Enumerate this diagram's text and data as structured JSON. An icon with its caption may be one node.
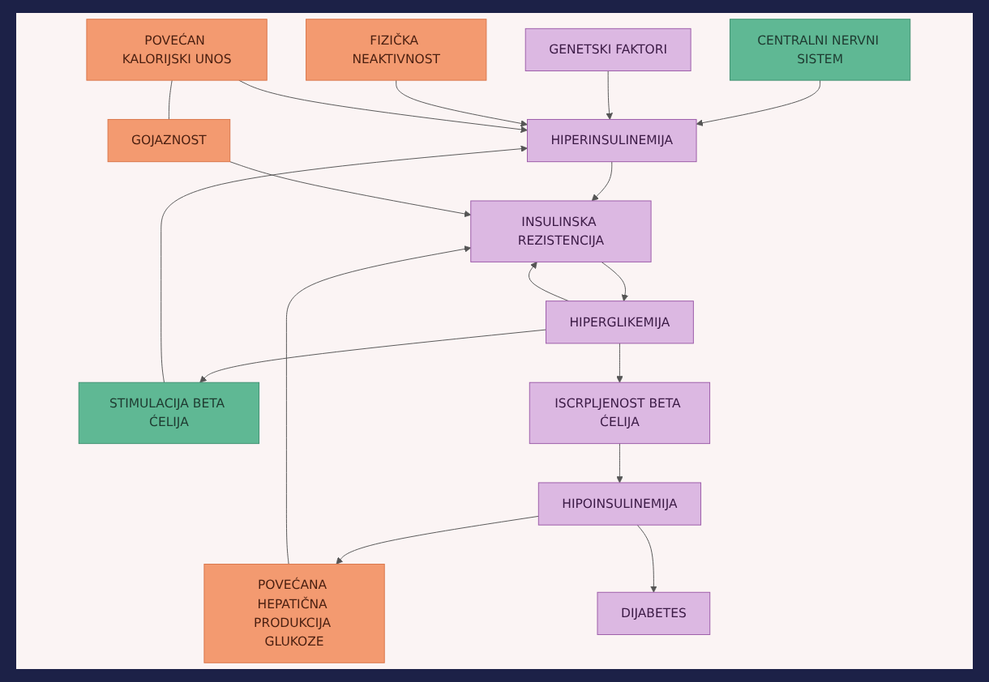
{
  "diagram": {
    "nodes": [
      {
        "text": [
          "CENTRALNI NERVNI SISTEM"
        ]
      },
      {
        "text": [
          "GENETSKI FAKTORI"
        ]
      },
      {
        "text": [
          "FIZIČKA NEAKTIVNOST"
        ]
      },
      {
        "text": [
          "HIPERINSULINEMIJA"
        ]
      },
      {
        "text": [
          "POVEĆAN KALORIJSKI UNOS"
        ]
      },
      {
        "text": [
          "GOJAZNOST"
        ]
      },
      {
        "text": [
          "STIMULACIJA BETA ĆELIJA"
        ]
      },
      {
        "text": [
          "INSULINSKA REZISTENCIJA"
        ]
      },
      {
        "text": [
          "HIPERGLIKEMIJA"
        ]
      },
      {
        "text": [
          "POVEĆANA HEPATIČNA PRODUKCIJA GLUKOZE"
        ]
      },
      {
        "text": [
          "ISCRPLJENOST BETA ĆELIJA"
        ]
      },
      {
        "text": [
          "HIPOINSULINEMIJA"
        ]
      },
      {
        "text": [
          "DIJABETES"
        ]
      }
    ],
    "edges": [
      {
        "from": 0,
        "to": 3,
        "arrow": "to"
      },
      {
        "from": 6,
        "to": 3,
        "arrow": "to"
      },
      {
        "from": 1,
        "to": 3,
        "arrow": "to"
      },
      {
        "from": 2,
        "to": 3,
        "arrow": "to"
      },
      {
        "from": 4,
        "to": 3,
        "arrow": "to"
      },
      {
        "from": 3,
        "to": 7,
        "arrow": "to"
      },
      {
        "from": 4,
        "to": 5,
        "arrow": "none"
      },
      {
        "from": 5,
        "to": 7,
        "arrow": "to"
      },
      {
        "from": 9,
        "to": 7,
        "arrow": "to"
      },
      {
        "from": 7,
        "to": 8,
        "arrow": "to"
      },
      {
        "from": 8,
        "to": 7,
        "arrow": "to"
      },
      {
        "from": 8,
        "to": 6,
        "arrow": "to"
      },
      {
        "from": 8,
        "to": 10,
        "arrow": "to"
      },
      {
        "from": 10,
        "to": 11,
        "arrow": "to"
      },
      {
        "from": 11,
        "to": 9,
        "arrow": "to"
      },
      {
        "from": 11,
        "to": 12,
        "arrow": "to"
      }
    ]
  }
}
